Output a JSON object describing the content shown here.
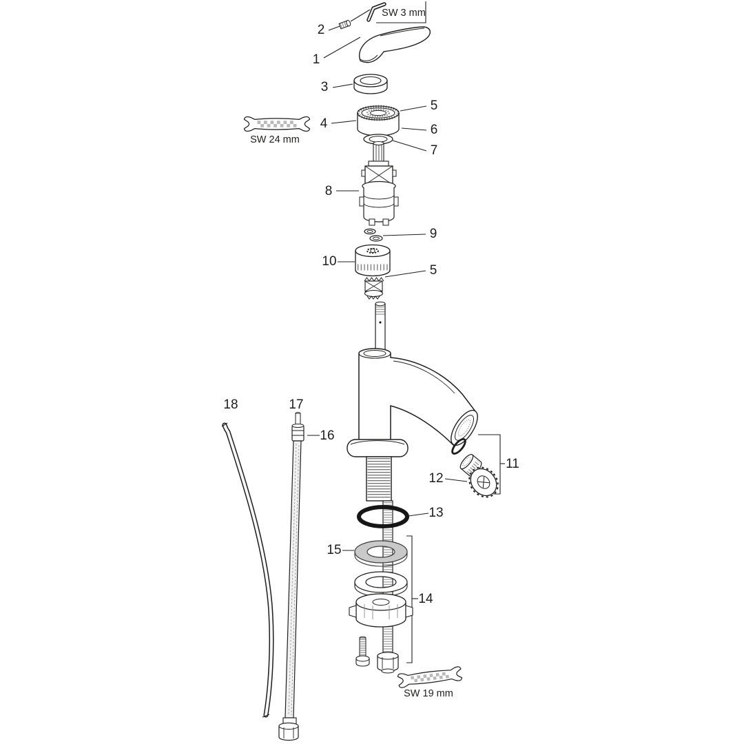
{
  "diagram": {
    "callouts": {
      "n1": "1",
      "n2": "2",
      "n3": "3",
      "n4": "4",
      "n5a": "5",
      "n5b": "5",
      "n6": "6",
      "n7": "7",
      "n8": "8",
      "n9": "9",
      "n10": "10",
      "n11": "11",
      "n12": "12",
      "n13": "13",
      "n14": "14",
      "n15": "15",
      "n16": "16",
      "n17": "17",
      "n18": "18"
    },
    "tools": {
      "allen_key": "SW 3 mm",
      "wrench_24": "SW 24 mm",
      "wrench_19": "SW 19 mm"
    }
  }
}
